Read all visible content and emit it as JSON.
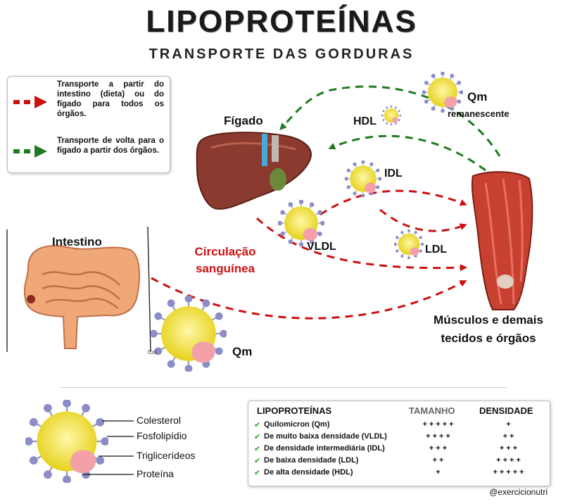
{
  "header": {
    "title": "LIPOPROTEÍNAS",
    "subtitle": "TRANSPORTE DAS GORDURAS"
  },
  "legend": {
    "items": [
      {
        "color": "#cc1111",
        "text": "Transporte a partir do intestino (dieta) ou do fígado para todos os órgãos."
      },
      {
        "color": "#1f7a1f",
        "text": "Transporte de volta para o fígado a partir dos órgãos."
      }
    ]
  },
  "diagram": {
    "liver_label": "Fígado",
    "intestine_label": "Intestino",
    "circulation_label_line1": "Circulação",
    "circulation_label_line2": "sanguínea",
    "muscle_label_line1": "Músculos e demais",
    "muscle_label_line2": "tecidos e órgãos",
    "particles": {
      "qm_top": "Qm",
      "qm_top_sub": "remanescente",
      "hdl": "HDL",
      "idl": "IDL",
      "vldl": "VLDL",
      "ldl": "LDL",
      "qm_bottom": "Qm",
      "col": "Col."
    }
  },
  "structure": {
    "parts": [
      "Colesterol",
      "Fosfolipídio",
      "Triglicerídeos",
      "Proteína"
    ]
  },
  "table": {
    "headers": [
      "LIPOPROTEÍNAS",
      "TAMANHO",
      "DENSIDADE"
    ],
    "rows": [
      {
        "name": "Quilomicron (Qm)",
        "size": "+++++",
        "density": "+"
      },
      {
        "name": "De muito baixa densidade (VLDL)",
        "size": "++++",
        "density": "++"
      },
      {
        "name": "De densidade intermediária (IDL)",
        "size": "+++",
        "density": "+++"
      },
      {
        "name": "De baixa densidade (LDL)",
        "size": "++",
        "density": "++++"
      },
      {
        "name": "De alta densidade (HDL)",
        "size": "+",
        "density": "+++++"
      }
    ]
  },
  "footer": {
    "handle": "@exercicionutri"
  }
}
